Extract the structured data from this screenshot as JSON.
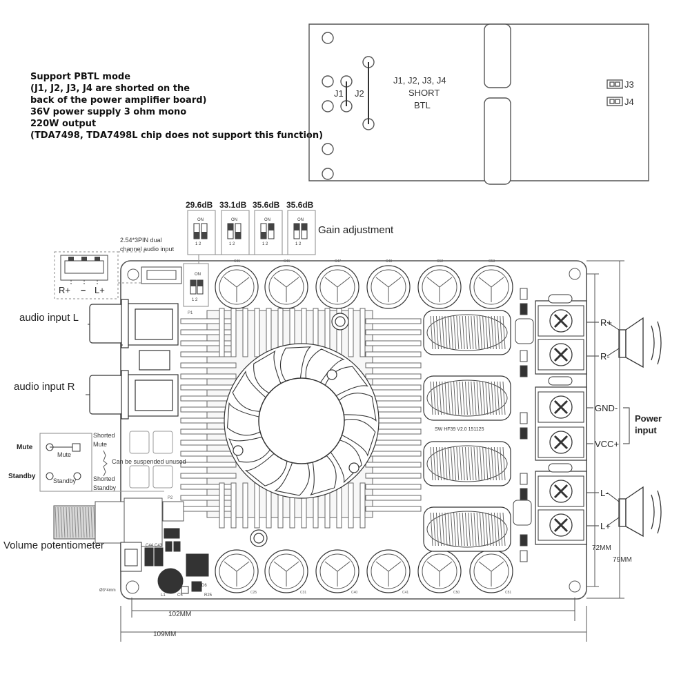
{
  "pbtl_note": {
    "lines": [
      "Support PBTL mode",
      "(J1, J2, J3, J4 are shorted on the",
      "back of the power amplifier board)",
      "36V power supply 3 ohm mono",
      "220W output",
      "(TDA7498, TDA7498L chip does not support this function)"
    ]
  },
  "btl_panel": {
    "j1": "J1",
    "j2": "J2",
    "short_text": [
      "J1, J2, J3, J4",
      "SHORT",
      "BTL"
    ],
    "j3": "J3",
    "j4": "J4"
  },
  "gain": {
    "values": [
      "29.6dB",
      "33.1dB",
      "35.6dB",
      "35.6dB"
    ],
    "switch_on": "ON",
    "switch_pins": "1 2",
    "label": "Gain adjustment"
  },
  "audio_header": {
    "note": [
      "2.54*3PIN dual",
      "channel audio input"
    ],
    "pins": [
      "R+",
      "–",
      "L+"
    ]
  },
  "left_labels": {
    "audio_l": "audio input L",
    "audio_r": "audio input R",
    "volume": "Volume potentiometer"
  },
  "mute_standby": {
    "mute": "Mute",
    "standby": "Standby",
    "inner_mute": "Mute",
    "inner_standby": "Standby",
    "shorted_mute": [
      "Shorted",
      "Mute"
    ],
    "shorted_standby": [
      "Shorted",
      "Standby"
    ],
    "suspended": "Can be suspended unused"
  },
  "right_labels": {
    "r_plus": "R+",
    "r_minus": "R-",
    "gnd": "GND-",
    "vcc": "VCC+",
    "l_minus": "L-",
    "l_plus": "L+",
    "power_input": [
      "Power",
      "input"
    ]
  },
  "dimensions": {
    "w102": "102MM",
    "w109": "109MM",
    "h72": "72MM",
    "h79": "79MM",
    "hole": "Ø3*4mm"
  },
  "board": {
    "model": "SW HF39 V2.0 151125",
    "top_caps": [
      "C45",
      "C46",
      "C47",
      "C48",
      "C52",
      "C53"
    ],
    "bottom_caps": [
      "C25",
      "C31",
      "C40",
      "C41",
      "C50",
      "C51"
    ],
    "p1": "P1",
    "p2": "P2",
    "c44": "C44",
    "c43": "C43",
    "l1": "L1",
    "r25": "R25",
    "c5": "C5",
    "d6": "D6"
  }
}
